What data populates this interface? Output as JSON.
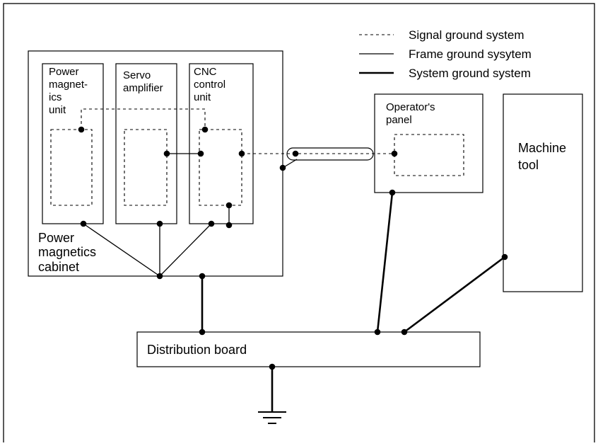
{
  "legend": {
    "signal": "Signal ground system",
    "frame": "Frame ground sysytem",
    "system": "System ground system"
  },
  "cabinet": {
    "label_lines": [
      "Power",
      "magnetics",
      "cabinet"
    ]
  },
  "units": {
    "power_magnetics": [
      "Power",
      "magnet-",
      "ics",
      "unit"
    ],
    "servo": [
      "Servo",
      "amplifier"
    ],
    "cnc": [
      "CNC",
      "control",
      "unit"
    ]
  },
  "operator_panel": [
    "Operator's",
    "panel"
  ],
  "machine_tool": [
    "Machine",
    "tool"
  ],
  "distribution_board": "Distribution board"
}
